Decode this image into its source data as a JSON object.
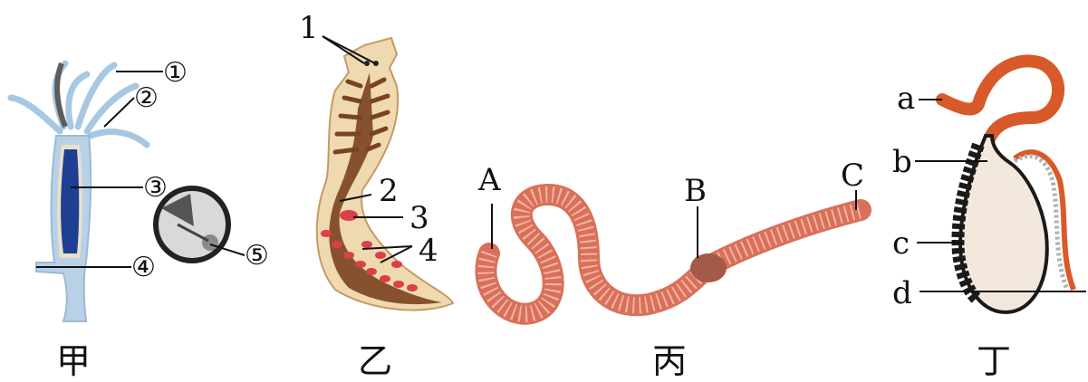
{
  "panels": [
    {
      "caption": "甲",
      "labels": [
        "①",
        "②",
        "③",
        "④",
        "⑤"
      ],
      "colors": {
        "body": "#a7c8e2",
        "gut": "#1f3f93",
        "tentacle": "#9dc2df"
      }
    },
    {
      "caption": "乙",
      "labels": [
        "1",
        "2",
        "3",
        "4"
      ],
      "colors": {
        "head": "#f1dcb6",
        "gut": "#7a4320",
        "organ": "#d8404a"
      }
    },
    {
      "caption": "丙",
      "labels": [
        "A",
        "B",
        "C"
      ],
      "colors": {
        "body": "#d9705a",
        "clitellum": "#a35a48"
      }
    },
    {
      "caption": "丁",
      "labels": [
        "a",
        "b",
        "c",
        "d"
      ],
      "colors": {
        "worm": "#d85a2a",
        "host": "#1a1a1a"
      }
    }
  ]
}
